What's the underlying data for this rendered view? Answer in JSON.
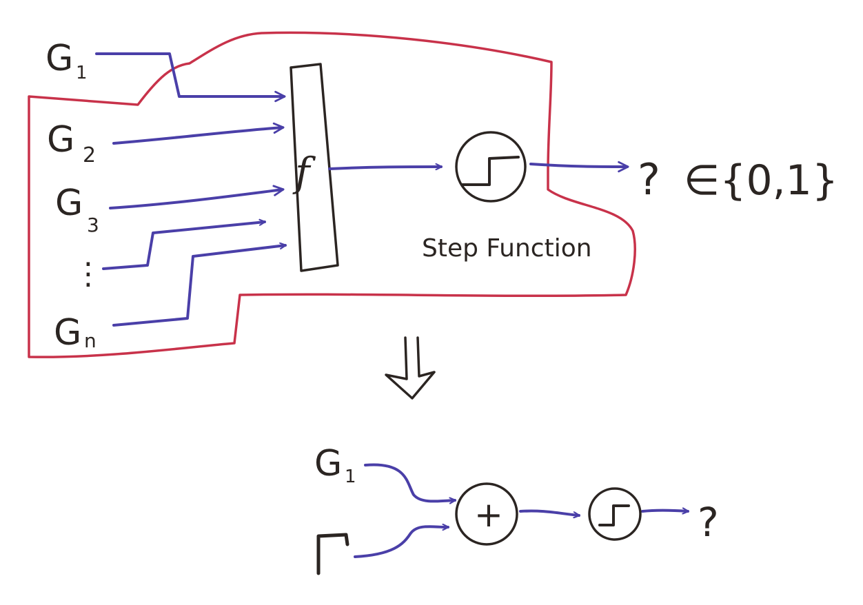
{
  "colors": {
    "paper": "#ffffff",
    "ink": "#2b2522",
    "wire": "#4a3fa8",
    "boundary": "#c8324a"
  },
  "top": {
    "inputs": [
      {
        "letter": "G",
        "sub": "1"
      },
      {
        "letter": "G",
        "sub": "2"
      },
      {
        "letter": "G",
        "sub": "3"
      },
      {
        "letter": "⋮",
        "sub": ""
      },
      {
        "letter": "G",
        "sub": "n"
      }
    ],
    "combiner_label": "f",
    "step_label": "Step Function",
    "output_symbol": "?",
    "output_set": "∈{0,1}"
  },
  "transition_arrow": "⇓",
  "bottom": {
    "input_a": {
      "letter": "G",
      "sub": "1"
    },
    "input_b": {
      "letter": "Γ",
      "sub": ""
    },
    "adder_symbol": "+",
    "output_symbol": "?"
  },
  "icons": {
    "step": "step-function-icon",
    "adder": "plus-circle-icon",
    "implies": "double-down-arrow-icon"
  }
}
